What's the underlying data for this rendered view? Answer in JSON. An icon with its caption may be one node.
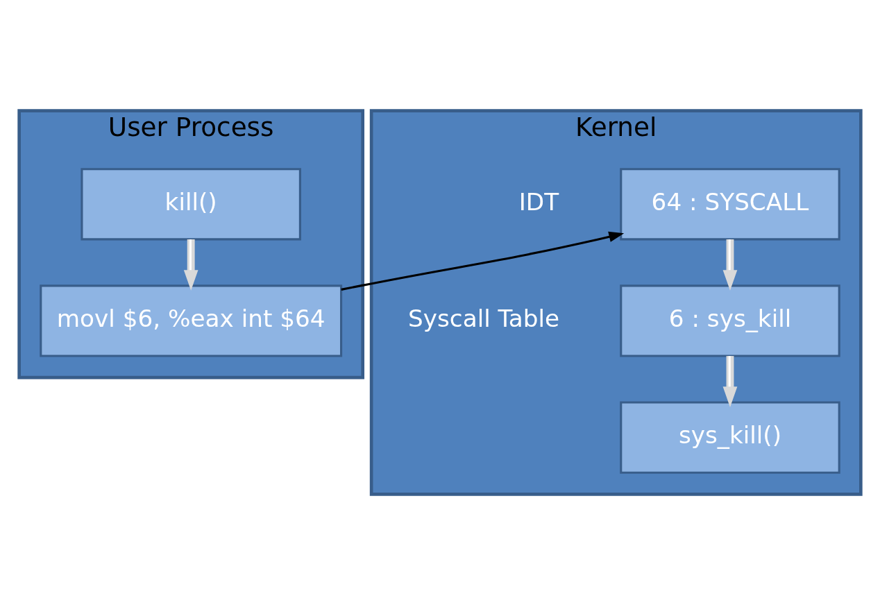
{
  "diagram": {
    "nodes": [
      {
        "text": [
          "User Process"
        ]
      },
      {
        "text": [
          "kill()"
        ],
        "in": 0
      },
      {
        "text": [
          "movl $6, %eax int $64"
        ],
        "in": 0
      },
      {
        "text": [
          "Kernel"
        ]
      },
      {
        "text": [
          "64 : SYSCALL"
        ],
        "in": 3,
        "beside": [
          "IDT"
        ]
      },
      {
        "text": [
          "6 : sys_kill"
        ],
        "in": 3,
        "beside": [
          "Syscall Table"
        ]
      },
      {
        "text": [
          "sys_kill()"
        ],
        "in": 3
      }
    ],
    "edges": [
      {
        "from": 1,
        "to": 2,
        "arrow": "to"
      },
      {
        "from": 2,
        "to": 4,
        "arrow": "to",
        "color": "#000000"
      },
      {
        "from": 4,
        "to": 5,
        "arrow": "to"
      },
      {
        "from": 5,
        "to": 6,
        "arrow": "to"
      }
    ]
  }
}
